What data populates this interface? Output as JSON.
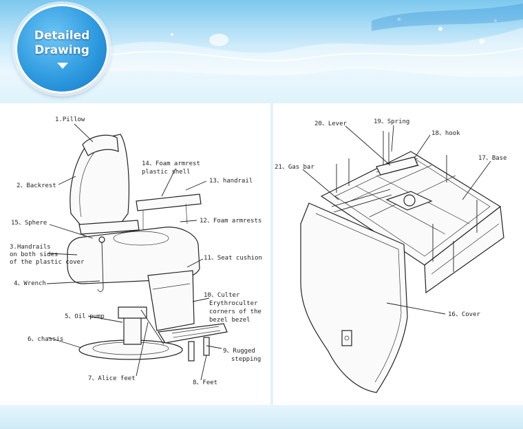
{
  "banner": {
    "badge_line1": "Detailed",
    "badge_line2": "Drawing"
  },
  "chair_labels": {
    "l1": "1.Pillow",
    "l2": "2、Backrest",
    "l3a": "3.Handrails",
    "l3b": "on both sides",
    "l3c": "of the plastic cover",
    "l4": "4、Wrench",
    "l5": "5、Oil pump",
    "l6": "6、chassis",
    "l7": "7、Alice feet",
    "l8": "8、Feet",
    "l9a": "9、Rugged",
    "l9b": "stepping",
    "l10a": "10、Culter",
    "l10b": "Erythroculter",
    "l10c": "corners of the",
    "l10d": "bezel bezel",
    "l11": "11、Seat cushion",
    "l12": "12、Foam armrests",
    "l13": "13、handrail",
    "l14a": "14、Foam armrest",
    "l14b": "plastic shell",
    "l15": "15、Sphere"
  },
  "base_labels": {
    "l16": "16、Cover",
    "l17": "17、Base",
    "l18": "18、hook",
    "l19": "19、Spring",
    "l20": "20、Lever",
    "l21": "21、Gas bar"
  }
}
